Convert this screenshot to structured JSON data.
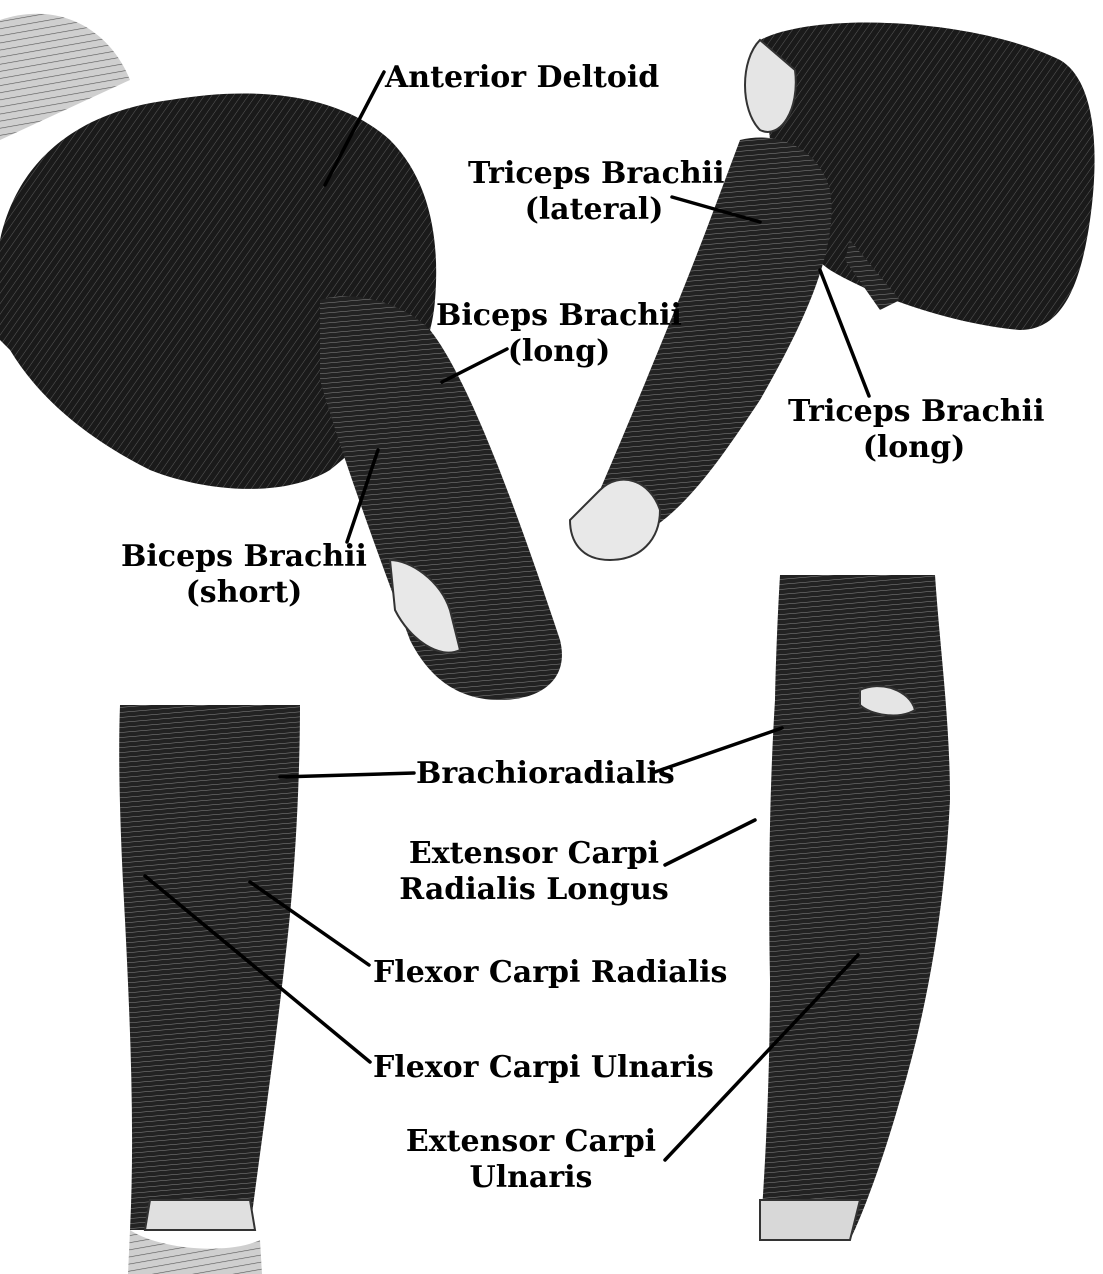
{
  "labels": {
    "anterior_deltoid": "Anterior Deltoid",
    "triceps_lateral_1": "Triceps Brachii",
    "triceps_lateral_2": "(lateral)",
    "biceps_long_1": "Biceps Brachii",
    "biceps_long_2": "(long)",
    "triceps_long_1": "Triceps Brachii",
    "triceps_long_2": "(long)",
    "biceps_short_1": "Biceps Brachii",
    "biceps_short_2": "(short)",
    "brachioradialis": "Brachioradialis",
    "ecrl_1": "Extensor Carpi",
    "ecrl_2": "Radialis Longus",
    "fcr": "Flexor Carpi Radialis",
    "fcu": "Flexor Carpi Ulnaris",
    "ecu_1": "Extensor Carpi",
    "ecu_2": "Ulnaris"
  },
  "colors": {
    "ink": "#000000",
    "background": "#ffffff",
    "muscle_dark": "#1a1a1a",
    "muscle_light": "#d9d9d9"
  }
}
